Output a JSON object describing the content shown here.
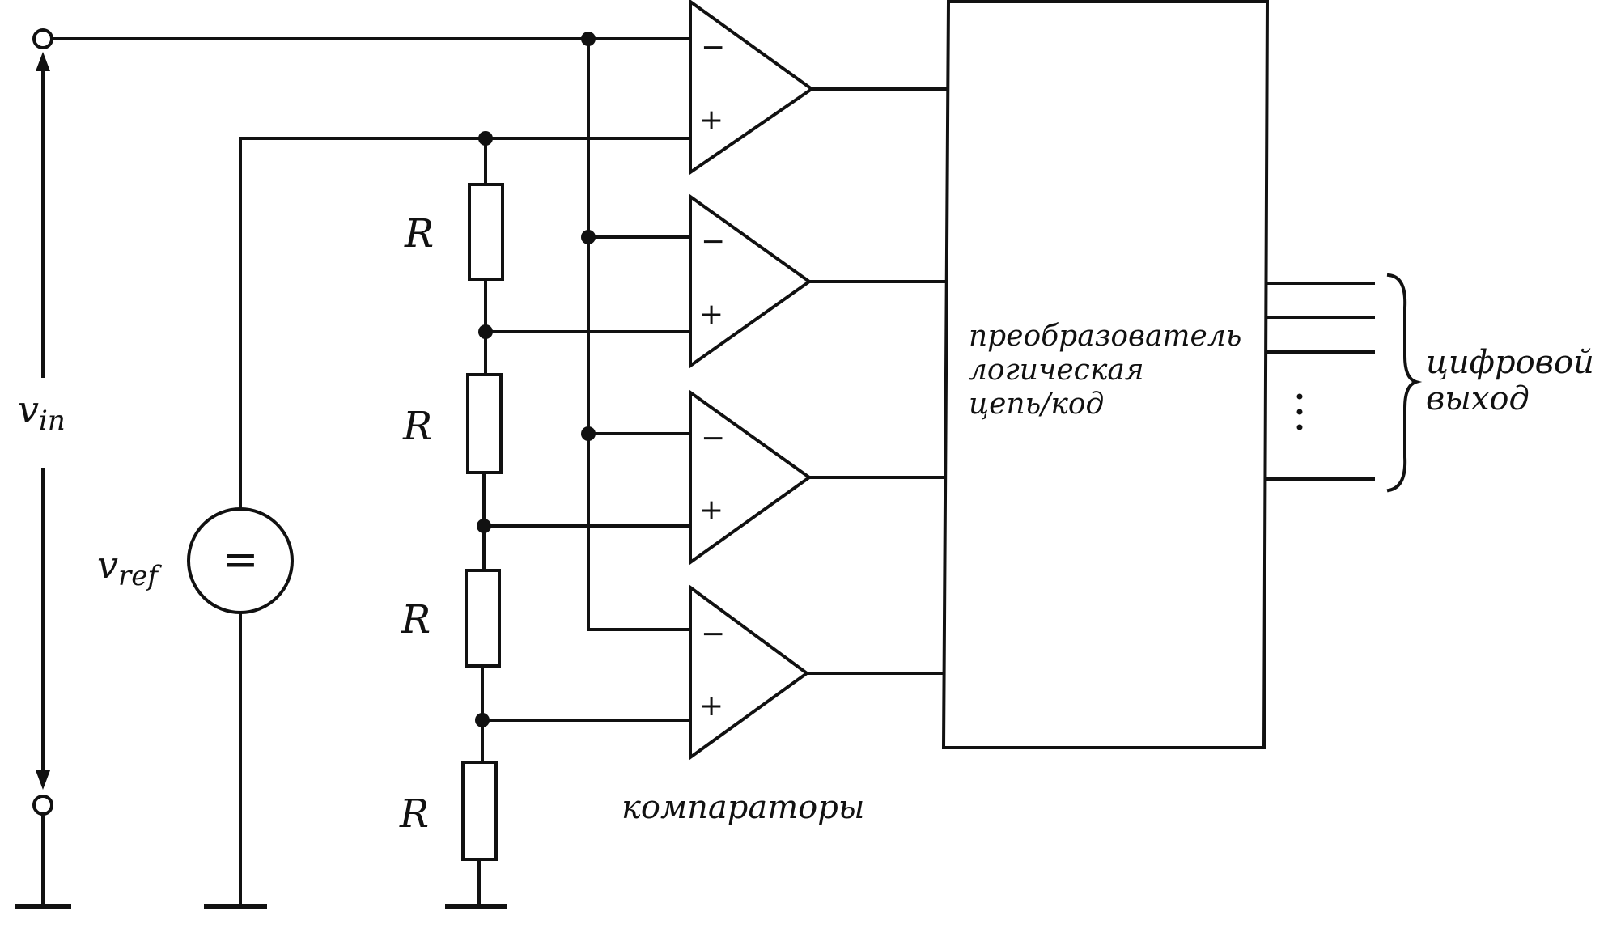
{
  "labels": {
    "v_in_main": "v",
    "v_in_sub": "in",
    "v_ref_main": "v",
    "v_ref_sub": "ref",
    "source_symbol": "=",
    "resistor": "R",
    "minus": "−",
    "plus": "+",
    "logic_line1": "преобразователь",
    "logic_line2": "логическая",
    "logic_line3": "цепь/код",
    "comparators": "компараторы",
    "output_line1": "цифровой",
    "output_line2": "выход",
    "ellipsis": "⋮"
  },
  "resistor_count": 4,
  "comparator_count": 4,
  "colors": {
    "ink": "#111111",
    "background": "#ffffff"
  }
}
